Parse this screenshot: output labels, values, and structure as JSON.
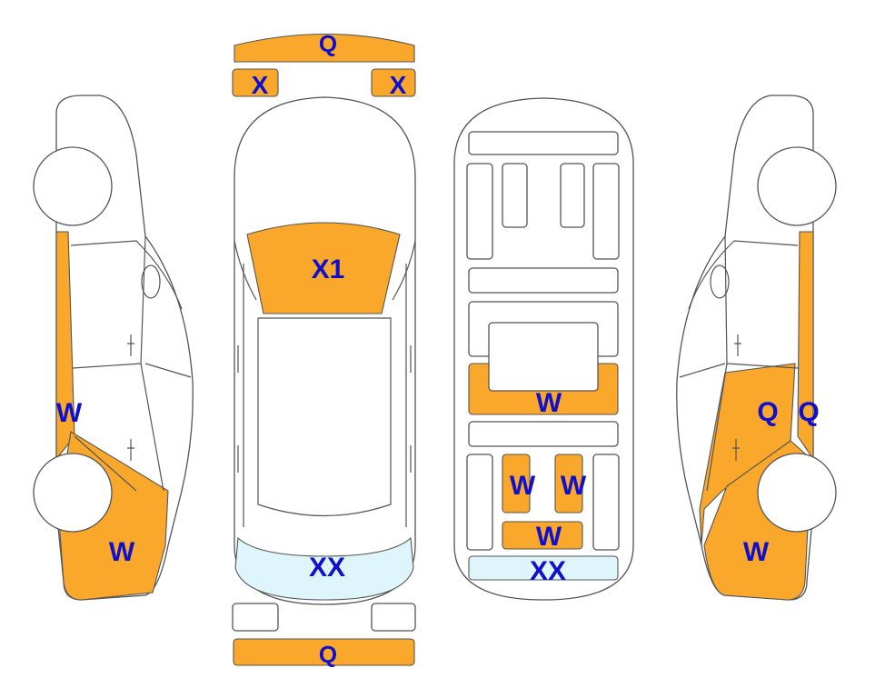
{
  "colors": {
    "highlight": "#F9A82B",
    "light_blue": "#DEF5FB",
    "label_text": "#1010CC",
    "outline": "#555555"
  },
  "labels": {
    "front_bumper": "Q",
    "front_light_left": "X",
    "front_light_right": "X",
    "hood": "X1",
    "windshield_rear": "XX",
    "rear_bumper": "Q",
    "left_front_side": "W",
    "left_rear_side": "W",
    "floor_center": "W",
    "seat_left": "W",
    "seat_right": "W",
    "floor_rear": "W",
    "floor_trunk": "XX",
    "right_door": "Q",
    "right_pillar": "Q",
    "right_rear": "W"
  }
}
